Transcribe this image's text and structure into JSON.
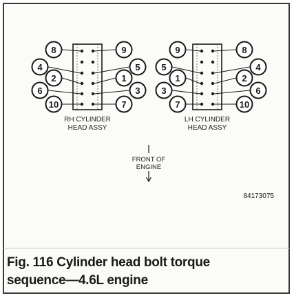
{
  "figure": {
    "caption_line1": "Fig. 116 Cylinder head bolt torque",
    "caption_line2": "sequence—4.6L engine",
    "image_code": "84173075"
  },
  "rh_head": {
    "label_line1": "RH CYLINDER",
    "label_line2": "HEAD ASSY",
    "left_column": [
      "8",
      "4",
      "2",
      "6",
      "10"
    ],
    "right_column": [
      "9",
      "5",
      "1",
      "3",
      "7"
    ]
  },
  "lh_head": {
    "label_line1": "LH CYLINDER",
    "label_line2": "HEAD ASSY",
    "left_column": [
      "9",
      "5",
      "1",
      "3",
      "7"
    ],
    "right_column": [
      "8",
      "4",
      "2",
      "6",
      "10"
    ]
  },
  "front_marker": {
    "line1": "FRONT OF",
    "line2": "ENGINE"
  },
  "colors": {
    "ink": "#1a1a1a",
    "frame": "#3a3a3a",
    "paper": "#fbfbf8"
  }
}
